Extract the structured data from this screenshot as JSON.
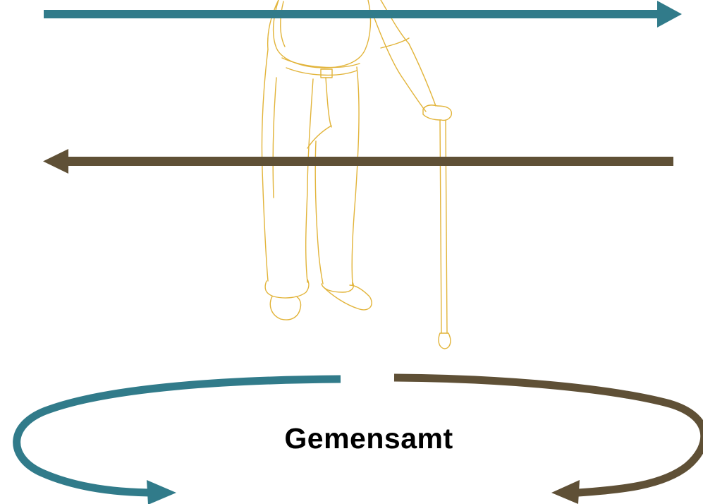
{
  "caption": "Gemensamt",
  "colors": {
    "teal_arrow": "#317B8A",
    "brown_arrow": "#5F5036",
    "figure_outline": "#E2B43A"
  },
  "icons": {
    "figure": "elderly-person-with-cane-outline",
    "top_arrow": "arrow-right",
    "middle_arrow": "arrow-left",
    "left_curve": "curved-arrow-counterclockwise",
    "right_curve": "curved-arrow-clockwise"
  }
}
